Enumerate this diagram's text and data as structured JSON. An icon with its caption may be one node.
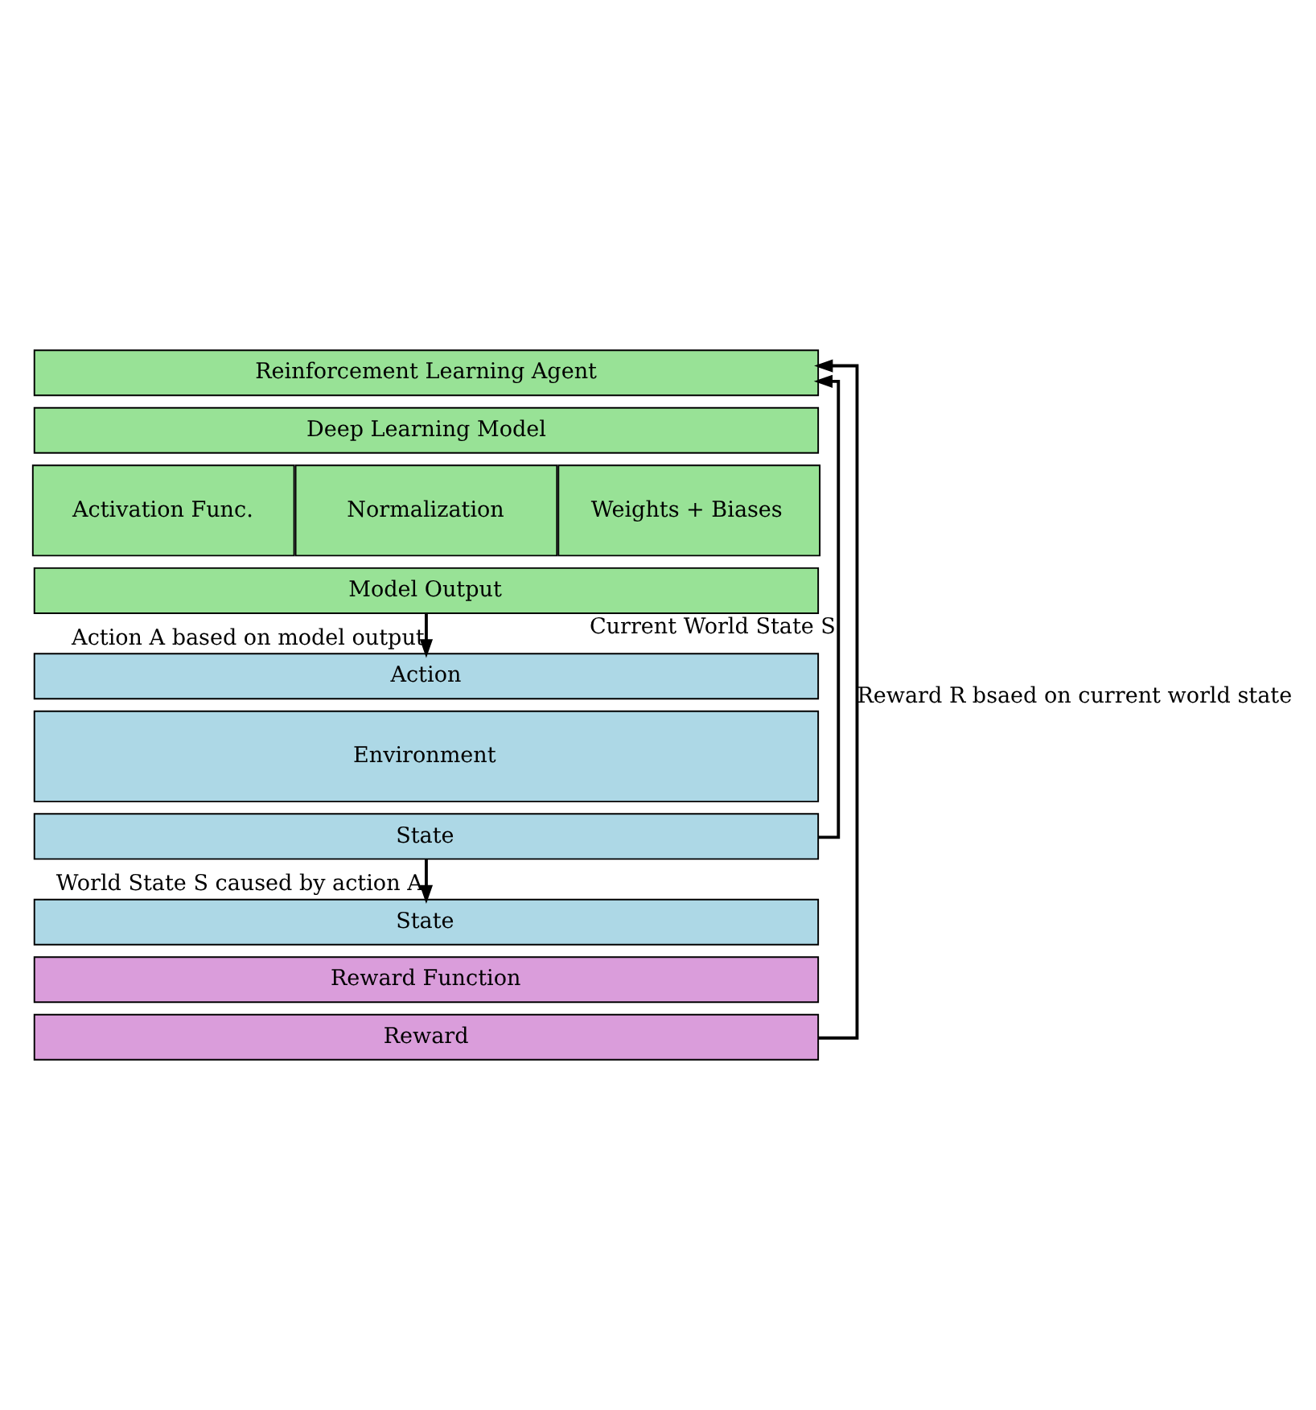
{
  "diagram": {
    "nodes": [
      {
        "text": [
          "Reinforcement Learning Agent"
        ]
      },
      {
        "text": [
          "Deep Learning Model"
        ]
      },
      {
        "text": [
          "Activation Func."
        ]
      },
      {
        "text": [
          "Normalization"
        ]
      },
      {
        "text": [
          "Weights + Biases"
        ]
      },
      {
        "text": [
          "Model Output"
        ]
      },
      {
        "text": [
          "Action"
        ]
      },
      {
        "text": [
          "Environment"
        ]
      },
      {
        "text": [
          "State"
        ]
      },
      {
        "text": [
          "State"
        ]
      },
      {
        "text": [
          "Reward Function"
        ]
      },
      {
        "text": [
          "Reward"
        ]
      }
    ],
    "edges": [
      {
        "from": 5,
        "to": 6,
        "arrow": "to",
        "label": "Action A based on model output"
      },
      {
        "from": 8,
        "to": 0,
        "arrow": "to",
        "label": "Current World State S"
      },
      {
        "from": 8,
        "to": 9,
        "arrow": "to",
        "label": "World State S caused by action A"
      },
      {
        "from": 11,
        "to": 0,
        "arrow": "to",
        "label": "Reward R bsaed on current world state"
      }
    ]
  }
}
